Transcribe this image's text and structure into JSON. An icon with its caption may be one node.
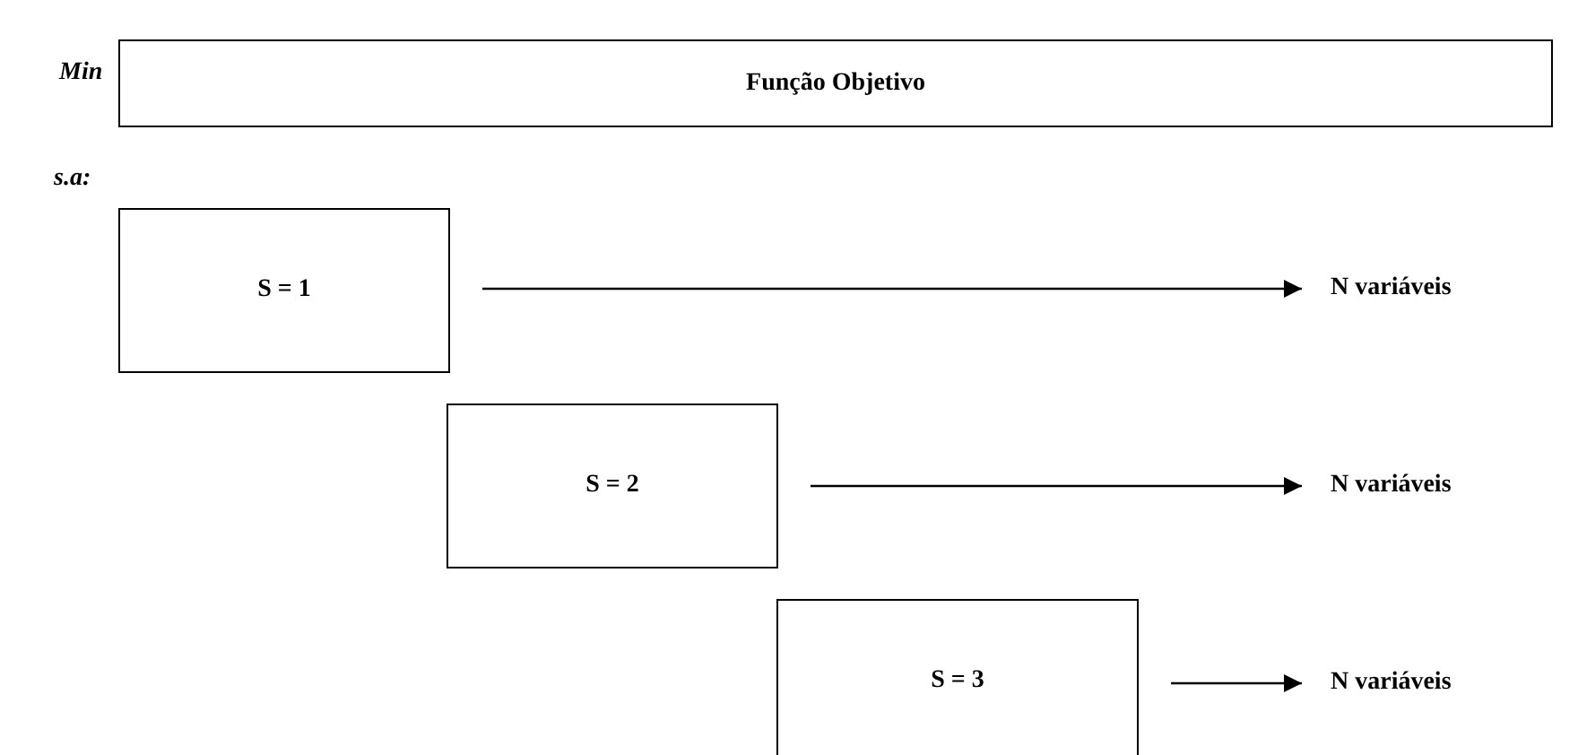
{
  "diagram": {
    "nodes": [
      {
        "text": [
          "Função Objetivo"
        ]
      },
      {
        "text": [
          "S = 1"
        ]
      },
      {
        "text": [
          "N variáveis"
        ]
      },
      {
        "text": [
          "S = 2"
        ]
      },
      {
        "text": [
          "N variáveis"
        ]
      },
      {
        "text": [
          "S = 3"
        ]
      },
      {
        "text": [
          "N variáveis"
        ]
      }
    ],
    "edges": [
      {
        "from": 1,
        "to": 2,
        "arrow": "to"
      },
      {
        "from": 3,
        "to": 4,
        "arrow": "to"
      },
      {
        "from": 5,
        "to": 6,
        "arrow": "to"
      }
    ],
    "labels": [
      "Min",
      "s.a:"
    ]
  }
}
